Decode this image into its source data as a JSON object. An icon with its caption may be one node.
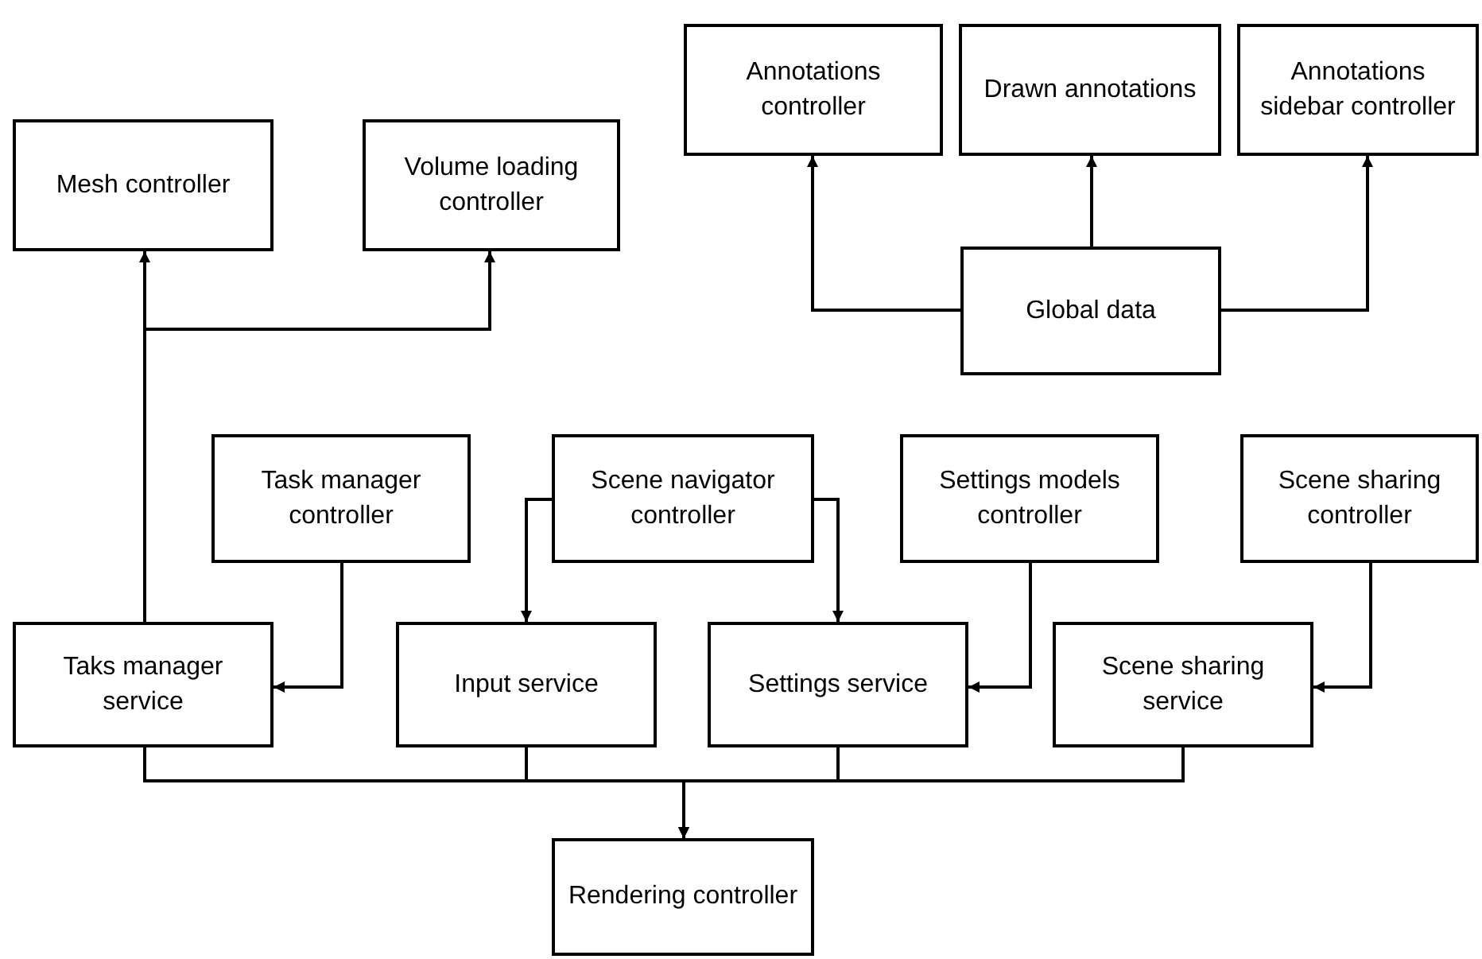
{
  "diagram": {
    "nodes": [
      {
        "text": [
          "Annotations controller"
        ]
      },
      {
        "text": [
          "Drawn annotations"
        ]
      },
      {
        "text": [
          "Annotations sidebar controller"
        ]
      },
      {
        "text": [
          "Mesh controller"
        ]
      },
      {
        "text": [
          "Volume loading controller"
        ]
      },
      {
        "text": [
          "Global data"
        ]
      },
      {
        "text": [
          "Task manager controller"
        ]
      },
      {
        "text": [
          "Scene navigator controller"
        ]
      },
      {
        "text": [
          "Settings models controller"
        ]
      },
      {
        "text": [
          "Scene sharing controller"
        ]
      },
      {
        "text": [
          "Taks manager service"
        ]
      },
      {
        "text": [
          "Input service"
        ]
      },
      {
        "text": [
          "Settings service"
        ]
      },
      {
        "text": [
          "Scene sharing service"
        ]
      },
      {
        "text": [
          "Rendering controller"
        ]
      }
    ],
    "edges": [
      {
        "from": 5,
        "to": 0,
        "arrow": "to"
      },
      {
        "from": 5,
        "to": 1,
        "arrow": "to"
      },
      {
        "from": 5,
        "to": 2,
        "arrow": "to"
      },
      {
        "from": 10,
        "to": 3,
        "arrow": "to"
      },
      {
        "from": 10,
        "to": 4,
        "arrow": "to"
      },
      {
        "from": 6,
        "to": 10,
        "arrow": "to"
      },
      {
        "from": 7,
        "to": 11,
        "arrow": "to"
      },
      {
        "from": 7,
        "to": 12,
        "arrow": "to"
      },
      {
        "from": 8,
        "to": 12,
        "arrow": "to"
      },
      {
        "from": 9,
        "to": 13,
        "arrow": "to"
      },
      {
        "from": 10,
        "to": 14,
        "arrow": "to"
      },
      {
        "from": 11,
        "to": 14,
        "arrow": "to"
      },
      {
        "from": 12,
        "to": 14,
        "arrow": "to"
      },
      {
        "from": 13,
        "to": 14,
        "arrow": "to"
      }
    ]
  }
}
